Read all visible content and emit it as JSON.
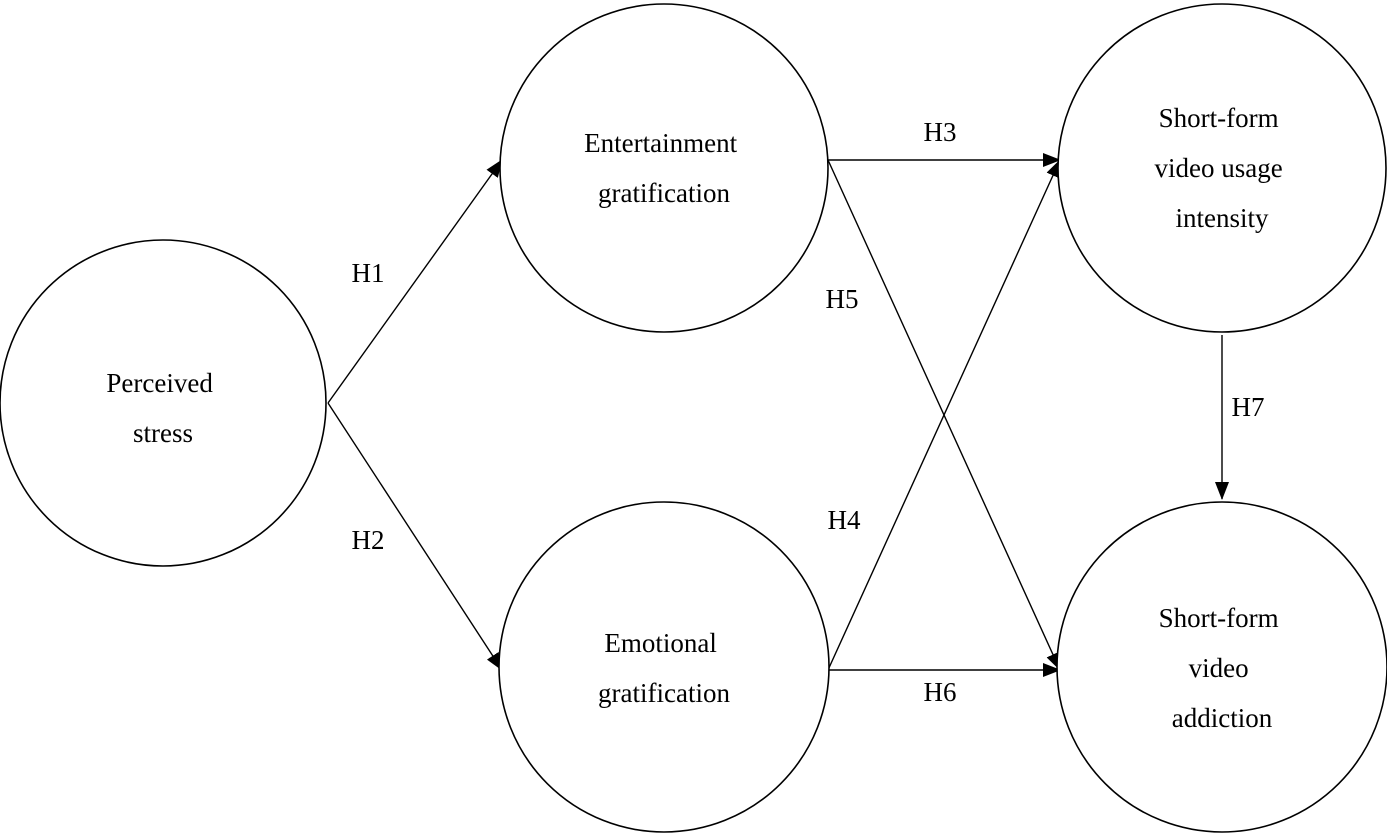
{
  "colors": {
    "stroke": "#000000",
    "background": "#ffffff"
  },
  "nodes": {
    "perceived_stress": {
      "lines": [
        "Perceived",
        "stress"
      ]
    },
    "entertainment_gratification": {
      "lines": [
        "Entertainment",
        "gratification"
      ]
    },
    "emotional_gratification": {
      "lines": [
        "Emotional",
        "gratification"
      ]
    },
    "usage_intensity": {
      "lines": [
        "Short-form",
        "video usage",
        "intensity"
      ]
    },
    "video_addiction": {
      "lines": [
        "Short-form",
        "video",
        "addiction"
      ]
    }
  },
  "edges": {
    "h1": {
      "label": "H1",
      "from": "perceived_stress",
      "to": "entertainment_gratification"
    },
    "h2": {
      "label": "H2",
      "from": "perceived_stress",
      "to": "emotional_gratification"
    },
    "h3": {
      "label": "H3",
      "from": "entertainment_gratification",
      "to": "usage_intensity"
    },
    "h4": {
      "label": "H4",
      "from": "emotional_gratification",
      "to": "usage_intensity"
    },
    "h5": {
      "label": "H5",
      "from": "entertainment_gratification",
      "to": "video_addiction"
    },
    "h6": {
      "label": "H6",
      "from": "emotional_gratification",
      "to": "video_addiction"
    },
    "h7": {
      "label": "H7",
      "from": "usage_intensity",
      "to": "video_addiction"
    }
  }
}
